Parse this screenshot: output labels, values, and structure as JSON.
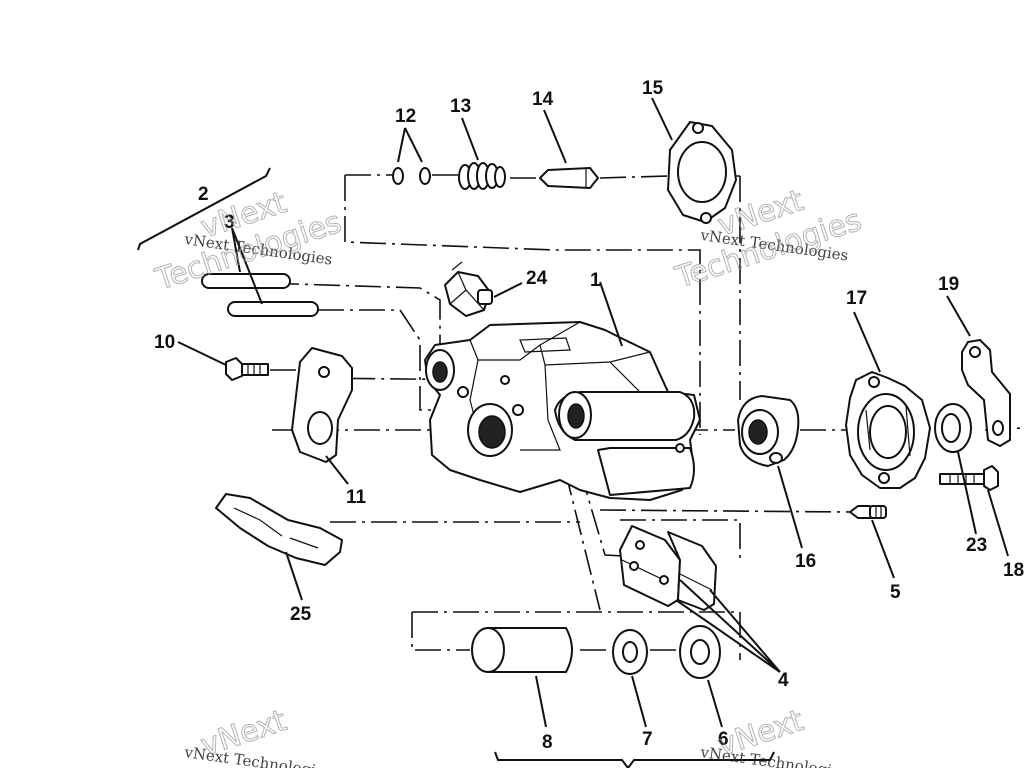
{
  "labels": {
    "l1": "1",
    "l2": "2",
    "l3": "3",
    "l4": "4",
    "l5": "5",
    "l6": "6",
    "l7": "7",
    "l8": "8",
    "l10": "10",
    "l11": "11",
    "l12": "12",
    "l13": "13",
    "l14": "14",
    "l15": "15",
    "l16": "16",
    "l17": "17",
    "l18": "18",
    "l19": "19",
    "l23": "23",
    "l24": "24",
    "l25": "25"
  },
  "watermark": {
    "company": "vNext Technologies",
    "word_top": "vNext",
    "word_bottom": "Technologies"
  }
}
